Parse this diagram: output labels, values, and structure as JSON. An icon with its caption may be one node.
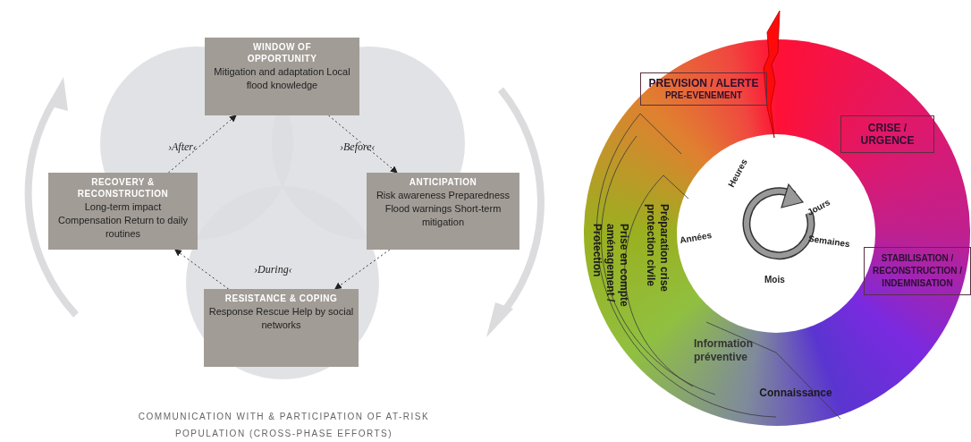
{
  "diagram": {
    "caption": "COMMUNICATION WITH & PARTICIPATION OF AT-RISK POPULATION (CROSS-PHASE EFFORTS)",
    "nodes": [
      {
        "text": [
          "WINDOW OF OPPORTUNITY",
          "Mitigation and adaptation Local flood knowledge"
        ]
      },
      {
        "text": [
          "ANTICIPATION",
          "Risk awareness Preparedness Flood warnings Short-term mitigation"
        ]
      },
      {
        "text": [
          "RESISTANCE & COPING",
          "Response Rescue Help by social networks"
        ]
      },
      {
        "text": [
          "RECOVERY & RECONSTRUCTION",
          "Long-term impact Compensation Return to daily routines"
        ]
      },
      {
        "text": [
          "PREVISION / ALERTE",
          "PRE-EVENEMENT"
        ]
      },
      {
        "text": [
          "CRISE / URGENCE"
        ]
      },
      {
        "text": [
          "STABILISATION / RECONSTRUCTION / INDEMNISATION"
        ]
      },
      {
        "text": [
          "Préparation crise protection civile"
        ]
      },
      {
        "text": [
          "Prise en compte aménagement / Protection"
        ]
      },
      {
        "text": [
          "Information préventive"
        ]
      },
      {
        "text": [
          "Connaissance"
        ]
      }
    ],
    "edges": [
      {
        "from": 3,
        "to": 0,
        "arrow": "to",
        "style": "dashed"
      },
      {
        "from": 0,
        "to": 1,
        "arrow": "to",
        "style": "dashed"
      },
      {
        "from": 1,
        "to": 2,
        "arrow": "to",
        "style": "dashed"
      },
      {
        "from": 2,
        "to": 3,
        "arrow": "to",
        "style": "dashed"
      }
    ],
    "labels": [
      "›After‹",
      "›Before‹",
      "›During‹",
      "Heures",
      "Jours",
      "Semaines",
      "Années",
      "Mois"
    ]
  }
}
